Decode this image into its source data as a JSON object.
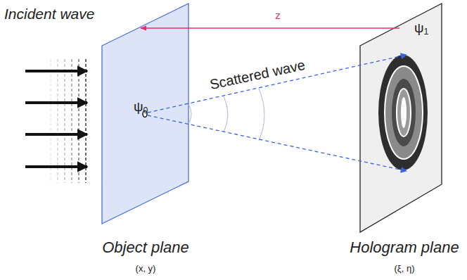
{
  "diagram": {
    "labels": [
      "Incident wave",
      "z",
      "Scattered wave",
      "ψ0",
      "ψ1",
      "Object plane",
      "(x, y)",
      "Hologram plane",
      "(ξ, η)"
    ]
  }
}
